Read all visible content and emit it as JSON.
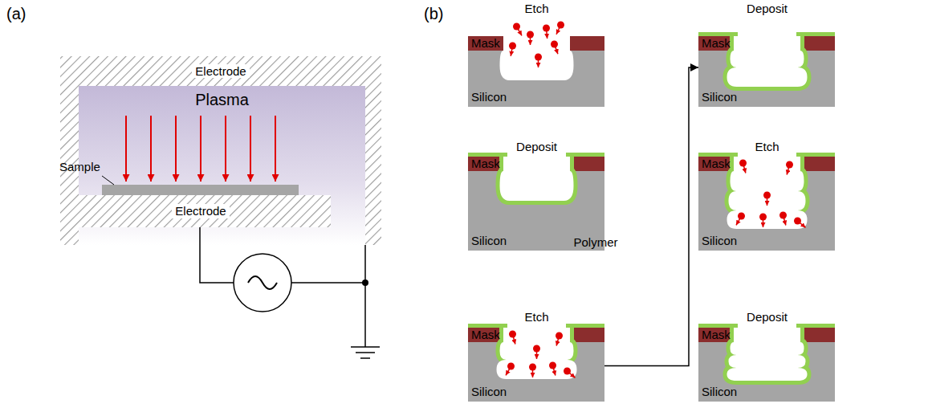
{
  "diagram": {
    "nodes": [
      {
        "text": [
          "Electrode"
        ]
      },
      {
        "text": [
          "Plasma"
        ]
      },
      {
        "text": [
          "Electrode"
        ]
      },
      {
        "text": [
          "Mask"
        ]
      },
      {
        "text": [
          "Silicon"
        ]
      },
      {
        "text": [
          "Mask"
        ]
      },
      {
        "text": [
          "Silicon"
        ]
      },
      {
        "text": [
          "Mask"
        ]
      },
      {
        "text": [
          "Silicon"
        ]
      },
      {
        "text": [
          "Mask"
        ]
      },
      {
        "text": [
          "Silicon"
        ]
      },
      {
        "text": [
          "Mask"
        ]
      },
      {
        "text": [
          "Silicon"
        ]
      },
      {
        "text": [
          "Mask"
        ]
      },
      {
        "text": [
          "Silicon"
        ]
      }
    ],
    "edges": [
      {
        "from": 8,
        "to": 10,
        "arrow": "to"
      }
    ],
    "labels": [
      "(a)",
      "Sample",
      "(b)",
      "Etch",
      "Deposit",
      "Polymer",
      "Etch",
      "Deposit",
      "Etch",
      "Deposit"
    ]
  }
}
